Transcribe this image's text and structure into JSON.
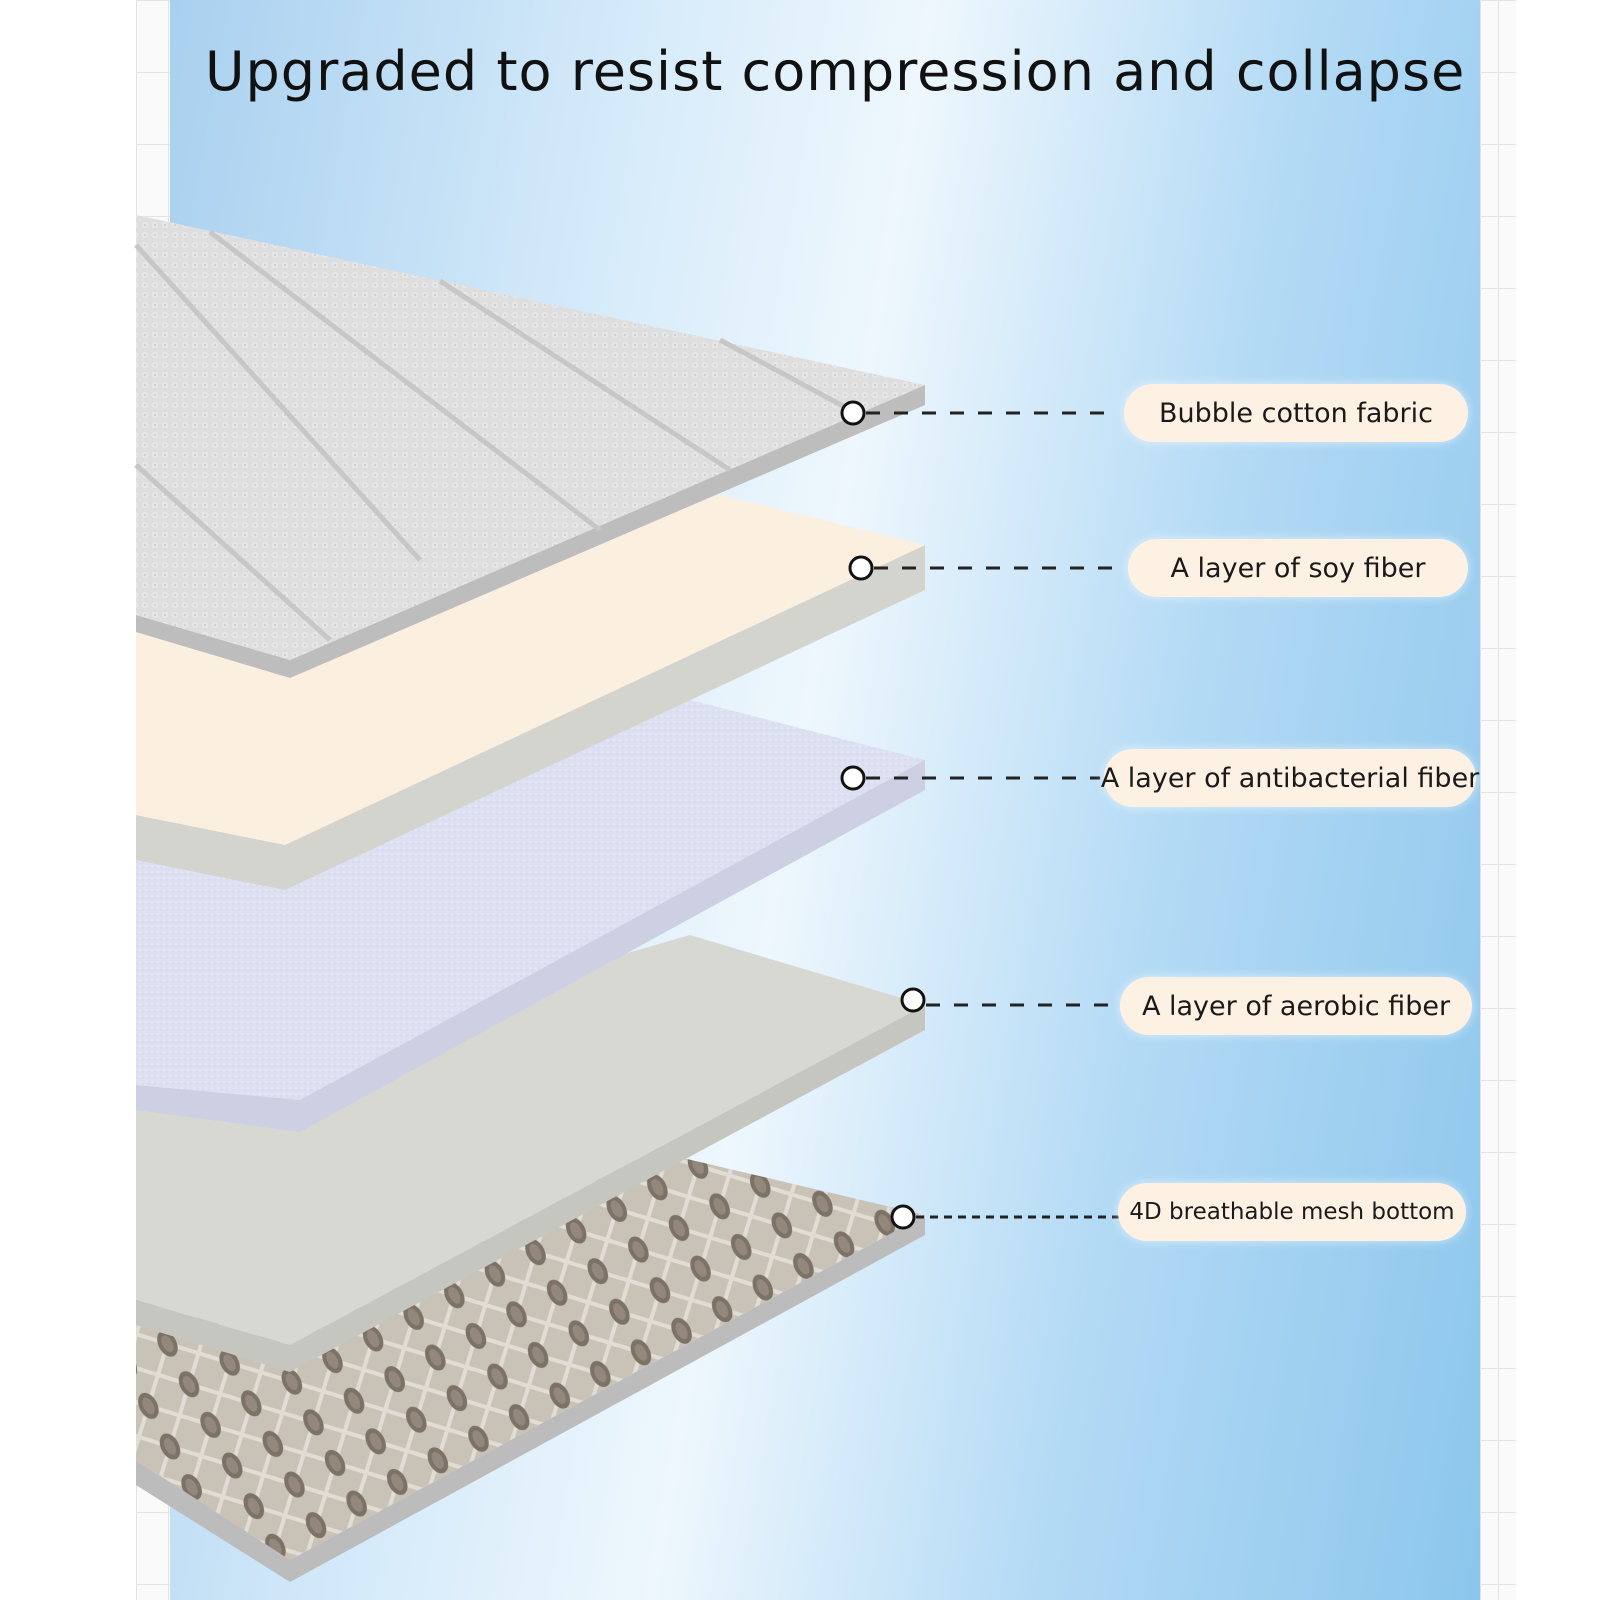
{
  "headline": "Upgraded to resist compression and collapse",
  "colors": {
    "background_blue": "#a9d0ef",
    "label_fill": "#fdf1e4",
    "fabric_gray": "#dcdcdc",
    "soy_layer": "#fbf0df",
    "antibacterial_layer": "#dcdff2",
    "aerobic_layer": "#d8d8d3",
    "mesh_layer": "#8f8478"
  },
  "layers": [
    {
      "label": "Bubble cotton fabric"
    },
    {
      "label": "A layer of soy fiber"
    },
    {
      "label": "A layer of antibacterial fiber"
    },
    {
      "label": "A layer of aerobic fiber"
    },
    {
      "label": "4D breathable mesh bottom"
    }
  ]
}
